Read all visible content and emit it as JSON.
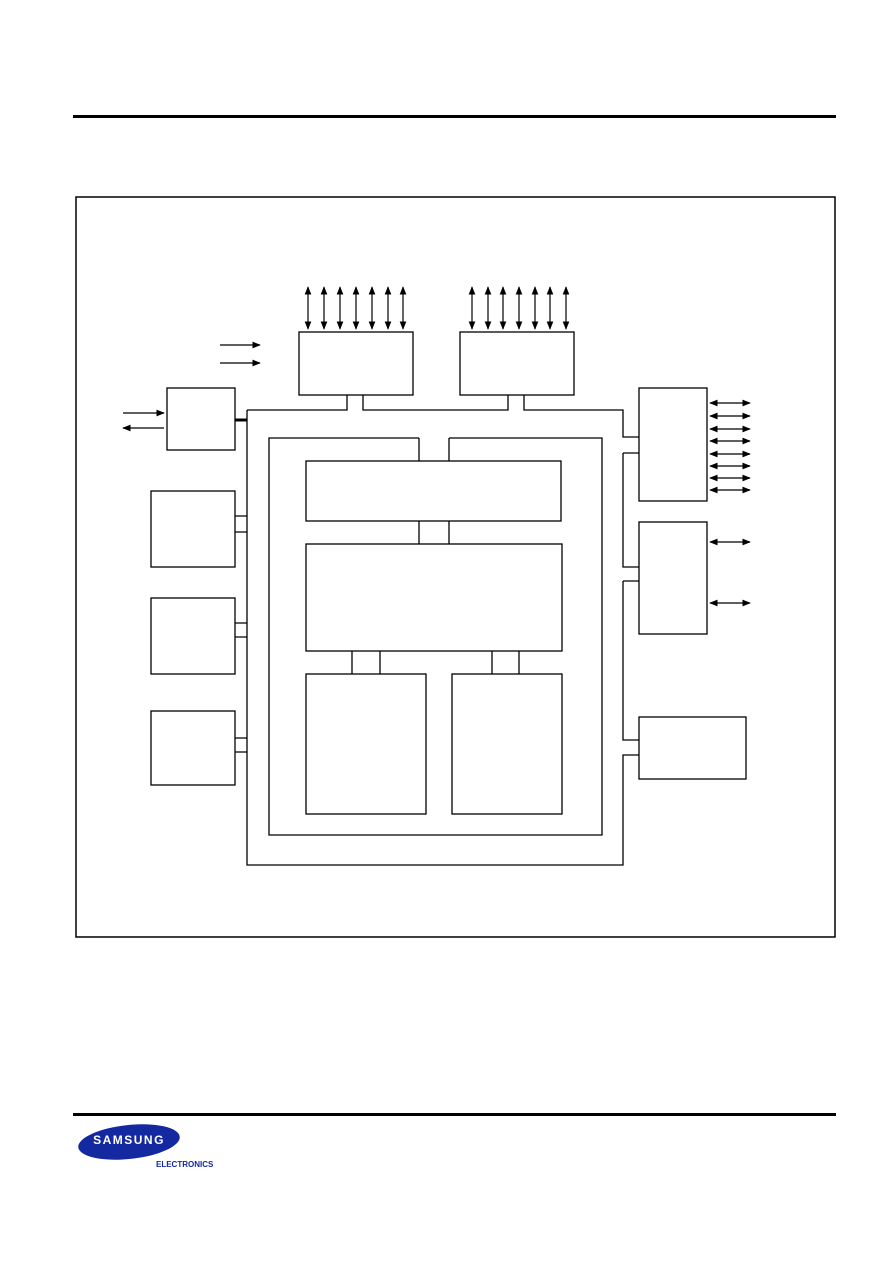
{
  "brand": {
    "name": "SAMSUNG",
    "division": "ELECTRONICS",
    "oval_color": "#1428a0",
    "division_color": "#1428a0"
  },
  "diagram": {
    "line_color": "#000000",
    "blocks": [
      {
        "id": "top-left-io-block",
        "label": ""
      },
      {
        "id": "top-right-io-block",
        "label": ""
      },
      {
        "id": "left-interface-block",
        "label": ""
      },
      {
        "id": "left-peripheral-block-1",
        "label": ""
      },
      {
        "id": "left-peripheral-block-2",
        "label": ""
      },
      {
        "id": "left-peripheral-block-3",
        "label": ""
      },
      {
        "id": "core-upper-block",
        "label": ""
      },
      {
        "id": "core-center-block",
        "label": ""
      },
      {
        "id": "core-lower-left-block",
        "label": ""
      },
      {
        "id": "core-lower-right-block",
        "label": ""
      },
      {
        "id": "right-io-block-1",
        "label": ""
      },
      {
        "id": "right-io-block-2",
        "label": ""
      },
      {
        "id": "right-peripheral-block",
        "label": ""
      }
    ]
  }
}
